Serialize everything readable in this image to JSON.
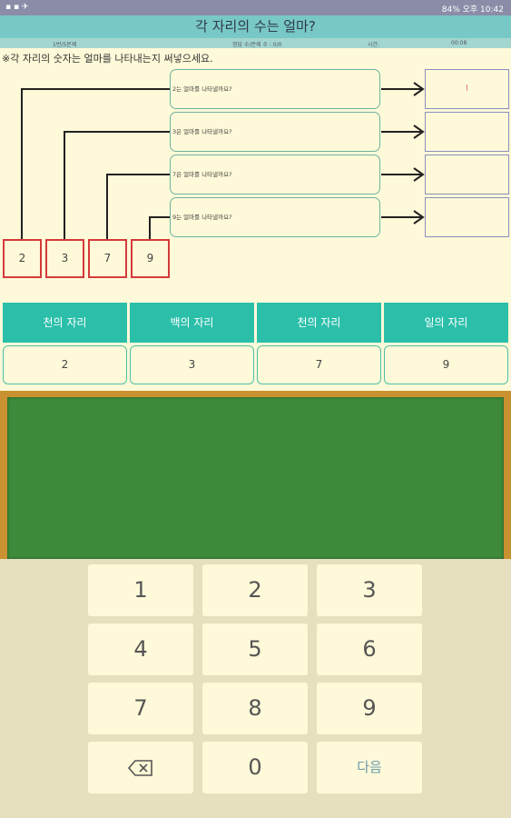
{
  "status": {
    "right_text": "84% 오후 10:42"
  },
  "title": "각 자리의 수는 얼마?",
  "info": {
    "progress": "1번/5문제",
    "score": "정답 수/문제 수 : 0/0",
    "time_label": "시간:",
    "time": "00:08"
  },
  "instruction": "※각 자리의 숫자는 얼마를 나타내는지 써넣으세요.",
  "digits": [
    "2",
    "3",
    "7",
    "9"
  ],
  "questions": [
    "2는 얼마를 나타낼까요?",
    "3은 얼마를 나타낼까요?",
    "7은 얼마를 나타낼까요?",
    "9는 얼마를 나타낼까요?"
  ],
  "answers": [
    "I",
    "",
    "",
    ""
  ],
  "places": [
    {
      "name": "천의 자리",
      "value": "2"
    },
    {
      "name": "백의 자리",
      "value": "3"
    },
    {
      "name": "천의 자리",
      "value": "7"
    },
    {
      "name": "일의 자리",
      "value": "9"
    }
  ],
  "keypad": {
    "k1": "1",
    "k2": "2",
    "k3": "3",
    "k4": "4",
    "k5": "5",
    "k6": "6",
    "k7": "7",
    "k8": "8",
    "k9": "9",
    "k0": "0",
    "next": "다음"
  },
  "icons": {
    "backspace": "backspace-icon"
  }
}
